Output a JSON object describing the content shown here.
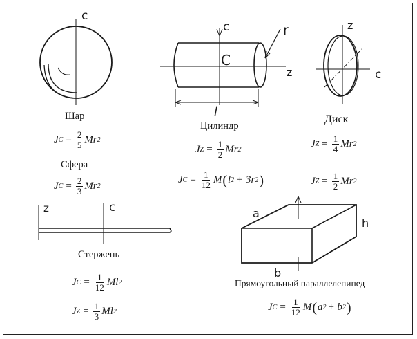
{
  "axes": {
    "c": "c",
    "z": "z",
    "r": "r",
    "l": "l",
    "a": "a",
    "b": "b",
    "h": "h",
    "cyl_center": "C"
  },
  "sphere": {
    "caption_ball": "Шар",
    "caption_shell": "Сфера",
    "ball_formula": {
      "J": "J",
      "sub": "C",
      "num": "2",
      "den": "5",
      "rest": "Mr",
      "pow": "2"
    },
    "shell_formula": {
      "J": "J",
      "sub": "C",
      "num": "2",
      "den": "3",
      "rest": "Mr",
      "pow": "2"
    }
  },
  "cylinder": {
    "caption": "Цилиндр",
    "formula_z": {
      "J": "J",
      "sub": "Z",
      "num": "1",
      "den": "2",
      "rest": "Mr",
      "pow": "2"
    },
    "formula_c": {
      "J": "J",
      "sub": "C",
      "num": "1",
      "den": "12",
      "M": "M",
      "inner": "l",
      "pow1": "2",
      "plus": "+ 3r",
      "pow2": "2"
    }
  },
  "disk": {
    "caption": "Диск",
    "formula_z": {
      "J": "J",
      "sub": "Z",
      "num": "1",
      "den": "4",
      "rest": "Mr",
      "pow": "2"
    },
    "formula_z2": {
      "J": "J",
      "sub": "Z",
      "num": "1",
      "den": "2",
      "rest": "Mr",
      "pow": "2"
    }
  },
  "rod": {
    "caption": "Стержень",
    "formula_c": {
      "J": "J",
      "sub": "C",
      "num": "1",
      "den": "12",
      "rest": "Ml",
      "pow": "2"
    },
    "formula_z": {
      "J": "J",
      "sub": "Z",
      "num": "1",
      "den": "3",
      "rest": "Ml",
      "pow": "2"
    }
  },
  "box": {
    "caption": "Прямоугольный параллелепипед",
    "formula_c": {
      "J": "J",
      "sub": "C",
      "num": "1",
      "den": "12",
      "M": "M",
      "a": "a",
      "pow1": "2",
      "plus": "+ b",
      "pow2": "2"
    }
  }
}
